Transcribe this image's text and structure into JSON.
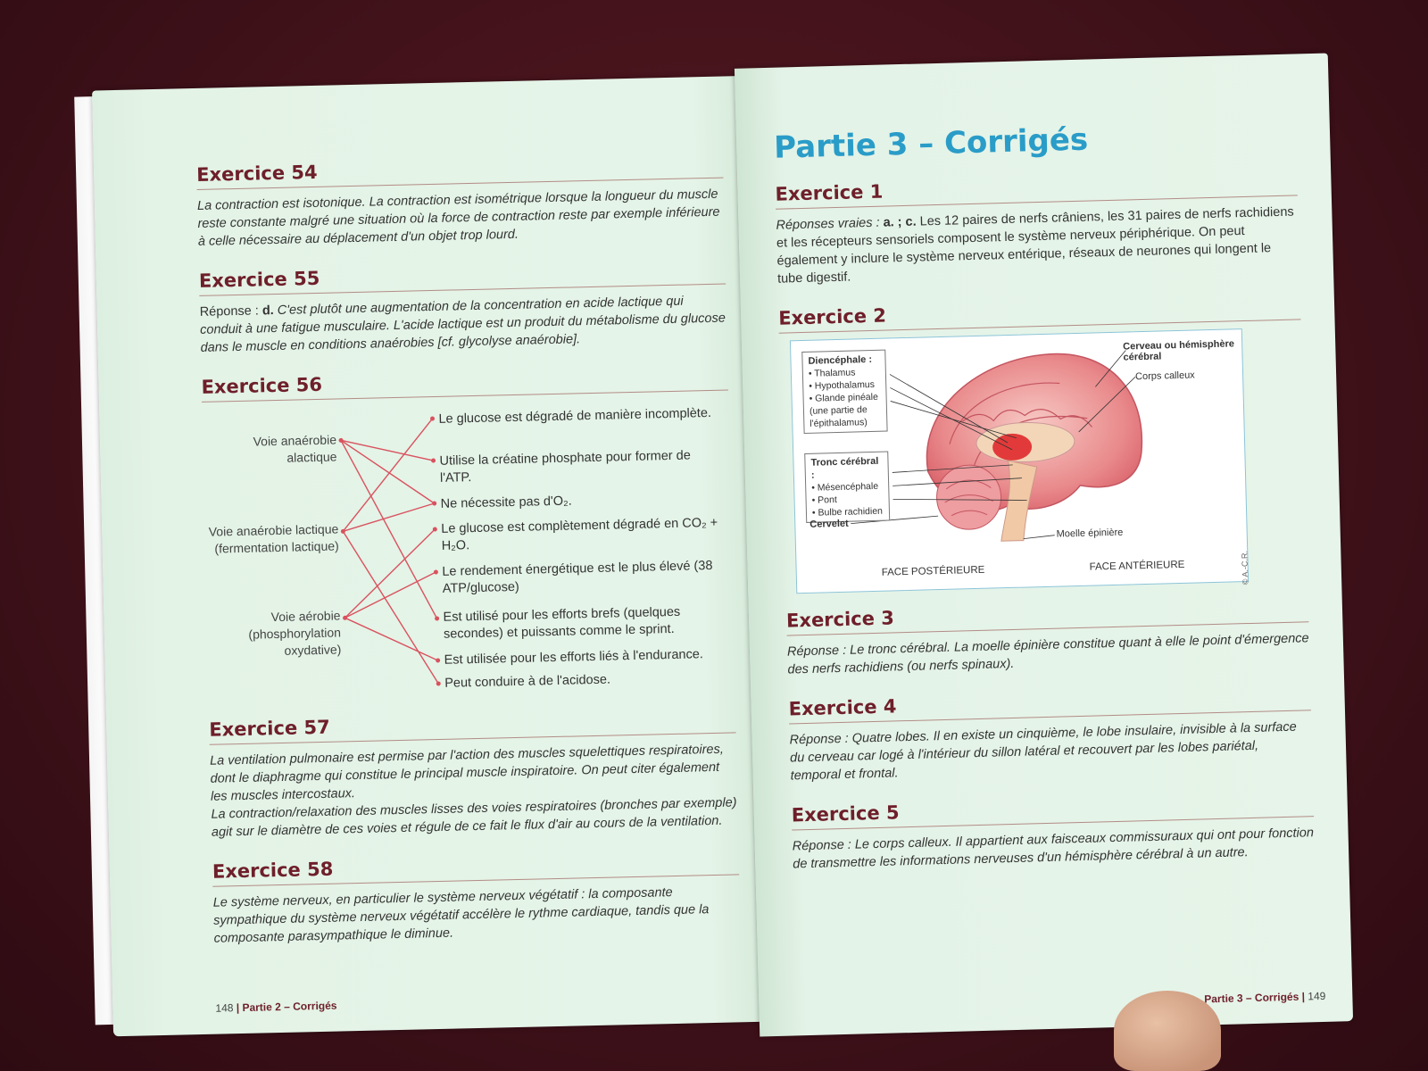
{
  "left_page": {
    "ex54": {
      "title": "Exercice 54",
      "text": "La contraction est isotonique. La contraction est isométrique lorsque la longueur du muscle reste constante malgré une situation où la force de contraction reste par exemple inférieure à celle nécessaire au déplacement d'un objet trop lourd."
    },
    "ex55": {
      "title": "Exercice 55",
      "answer_prefix": "Réponse : ",
      "answer_letter": "d.",
      "text": " C'est plutôt une augmentation de la concentration en acide lactique qui conduit à une fatigue musculaire. L'acide lactique est un produit du métabolisme du glucose dans le muscle en conditions anaérobies [cf. glycolyse anaérobie]."
    },
    "ex56": {
      "title": "Exercice 56",
      "left_labels": [
        "Voie anaérobie alactique",
        "Voie anaérobie lactique (fermentation lactique)",
        "Voie aérobie (phosphorylation oxydative)"
      ],
      "right_options": [
        "Le glucose est dégradé de manière incomplète.",
        "Utilise la créatine phosphate pour former de l'ATP.",
        "Ne nécessite pas d'O₂.",
        "Le glucose est complètement dégradé en CO₂ + H₂O.",
        "Le rendement énergétique est le plus élevé (38 ATP/glucose)",
        "Est utilisé pour les efforts brefs (quelques secondes) et puissants comme le sprint.",
        "Est utilisée pour les efforts liés à l'endurance.",
        "Peut conduire à de l'acidose."
      ],
      "links": [
        [
          0,
          1
        ],
        [
          0,
          2
        ],
        [
          0,
          5
        ],
        [
          1,
          0
        ],
        [
          1,
          2
        ],
        [
          1,
          7
        ],
        [
          2,
          3
        ],
        [
          2,
          4
        ],
        [
          2,
          6
        ]
      ],
      "line_color": "#d9525f"
    },
    "ex57": {
      "title": "Exercice 57",
      "text1": "La ventilation pulmonaire est permise par l'action des muscles squelettiques respiratoires, dont le diaphragme qui constitue le principal muscle inspiratoire. On peut citer également les muscles intercostaux.",
      "text2": "La contraction/relaxation des muscles lisses des voies respiratoires (bronches par exemple) agit sur le diamètre de ces voies et régule de ce fait le flux d'air au cours de la ventilation."
    },
    "ex58": {
      "title": "Exercice 58",
      "text": "Le système nerveux, en particulier le système nerveux végétatif : la composante sympathique du système nerveux végétatif accélère le rythme cardiaque, tandis que la composante parasympathique le diminue."
    },
    "footer": {
      "page": "148",
      "section": "Partie 2 – Corrigés"
    }
  },
  "right_page": {
    "part_title": "Partie 3 – Corrigés",
    "ex1": {
      "title": "Exercice 1",
      "answer_prefix": "Réponses vraies : ",
      "answer_letters": "a. ; c.",
      "text": " Les 12 paires de nerfs crâniens, les 31 paires de nerfs rachidiens et les récepteurs sensoriels composent le système nerveux périphérique. On peut également y inclure le système nerveux entérique, réseaux de neurones qui longent le tube digestif."
    },
    "ex2": {
      "title": "Exercice 2",
      "figure": {
        "diencephale_title": "Diencéphale :",
        "diencephale_items": [
          "• Thalamus",
          "• Hypothalamus",
          "• Glande pinéale",
          "(une partie de",
          "l'épithalamus)"
        ],
        "tronc_title": "Tronc cérébral :",
        "tronc_items": [
          "• Mésencéphale",
          "• Pont",
          "• Bulbe rachidien"
        ],
        "cervelet": "Cervelet",
        "cerveau": "Cerveau ou hémisphère cérébral",
        "corps_calleux": "Corps calleux",
        "moelle": "Moelle épinière",
        "face_posterieure": "FACE POSTÉRIEURE",
        "face_anterieure": "FACE ANTÉRIEURE",
        "copyright": "© A.-C.R."
      }
    },
    "ex3": {
      "title": "Exercice 3",
      "answer_prefix": "Réponse : ",
      "text": "Le tronc cérébral. La moelle épinière constitue quant à elle le point d'émergence des nerfs rachidiens (ou nerfs spinaux)."
    },
    "ex4": {
      "title": "Exercice 4",
      "answer_prefix": "Réponse : ",
      "text": "Quatre lobes. Il en existe un cinquième, le lobe insulaire, invisible à la surface du cerveau car logé à l'intérieur du sillon latéral et recouvert par les lobes pariétal, temporal et frontal."
    },
    "ex5": {
      "title": "Exercice 5",
      "answer_prefix": "Réponse : ",
      "text": "Le corps calleux. Il appartient aux faisceaux commissuraux qui ont pour fonction de transmettre les informations nerveuses d'un hémisphère cérébral à un autre."
    },
    "footer": {
      "page": "149",
      "section": "Partie 3 – Corrigés"
    }
  }
}
